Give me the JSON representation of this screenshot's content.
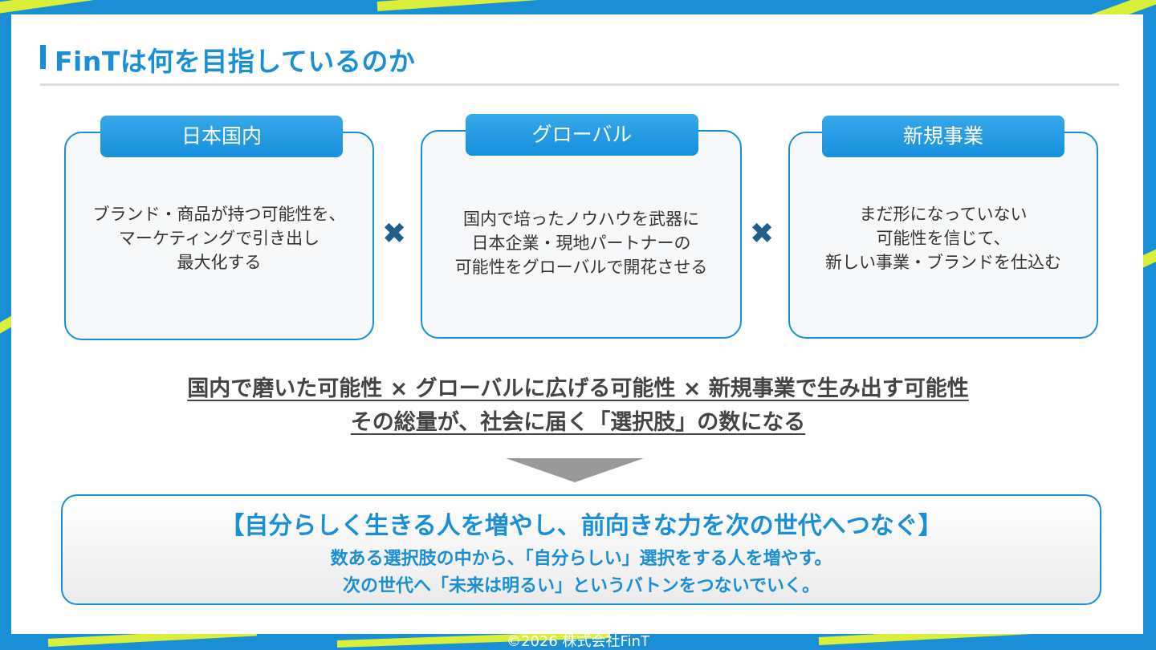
{
  "header": {
    "title": "FinTは何を目指しているのか"
  },
  "cards": [
    {
      "tab": "日本国内",
      "lines": [
        "ブランド・商品が持つ可能性を、",
        "マーケティングで引き出し",
        "最大化する"
      ]
    },
    {
      "tab": "グローバル",
      "lines": [
        "国内で培ったノウハウを武器に",
        "日本企業・現地パートナーの",
        "可能性をグローバルで開花させる"
      ]
    },
    {
      "tab": "新規事業",
      "lines": [
        "まだ形になっていない",
        "可能性を信じて、",
        "新しい事業・ブランドを仕込む"
      ]
    }
  ],
  "multiply_symbol": "✖",
  "summary": {
    "line1": "国内で磨いた可能性 × グローバルに広げる可能性 × 新規事業で生み出す可能性",
    "line2": "その総量が、社会に届く「選択肢」の数になる"
  },
  "mission": {
    "headline": "【自分らしく生きる人を増やし、前向きな力を次の世代へつなぐ】",
    "line1": "数ある選択肢の中から、「自分らしい」選択をする人を増やす。",
    "line2": "次の世代へ「未来は明るい」というバトンをつないでいく。"
  },
  "footer": {
    "copyright": "©2026 株式会社FinT"
  },
  "colors": {
    "accent": "#1a8fd6",
    "highlight": "#d9ef3a",
    "multiply": "#1f5f8a"
  }
}
